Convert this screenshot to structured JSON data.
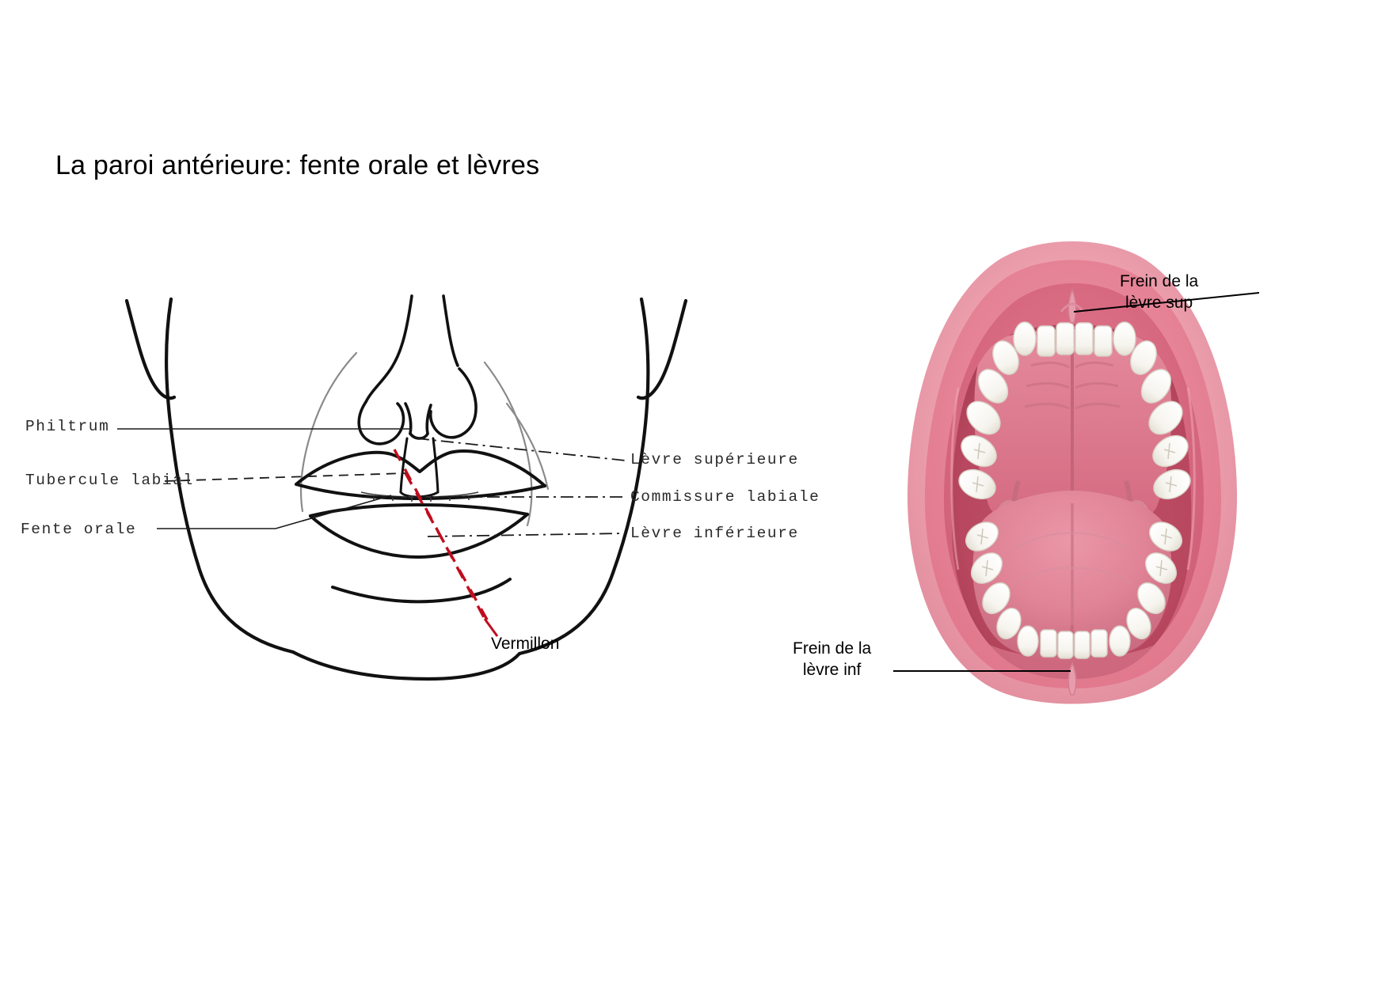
{
  "slide": {
    "title": "La paroi antérieure: fente orale et lèvres",
    "background_color": "#ffffff"
  },
  "figures": {
    "face_diagram": {
      "name": "Line drawing of lower face showing nose, lips and oral fissure",
      "style": "black line art on white",
      "labels_left": [
        {
          "id": "philtrum",
          "text": "Philtrum",
          "leader": "solid"
        },
        {
          "id": "tubercule",
          "text": "Tubercule labial",
          "leader": "dashed"
        },
        {
          "id": "fente",
          "text": "Fente  orale",
          "leader": "solid"
        }
      ],
      "labels_right": [
        {
          "id": "levre-sup",
          "text": "Lèvre supérieure",
          "leader": "dash-dot"
        },
        {
          "id": "commissure",
          "text": "Commissure labiale",
          "leader": "dash-dot"
        },
        {
          "id": "levre-inf",
          "text": "Lèvre inférieure",
          "leader": "dash-dot"
        }
      ],
      "annotation": {
        "id": "vermillon",
        "text": "Vermillon",
        "marker": "red-dashed-lines",
        "marker_color": "#c00d1e"
      }
    },
    "mouth_diagram": {
      "name": "Anatomical illustration of open mouth, teeth, tongue and palate",
      "palette": {
        "lip_outer": "#eda1ae",
        "lip_mid": "#e88b9d",
        "mucosa": "#e4798f",
        "deep": "#cf5c74",
        "tongue": "#e08396",
        "throat": "#b8475f",
        "tooth": "#fbfbf7"
      },
      "labels": [
        {
          "id": "frein-sup",
          "line1": "Frein de la",
          "line2": "lèvre sup"
        },
        {
          "id": "frein-inf",
          "line1": "Frein de la",
          "line2": "lèvre inf"
        }
      ]
    }
  }
}
